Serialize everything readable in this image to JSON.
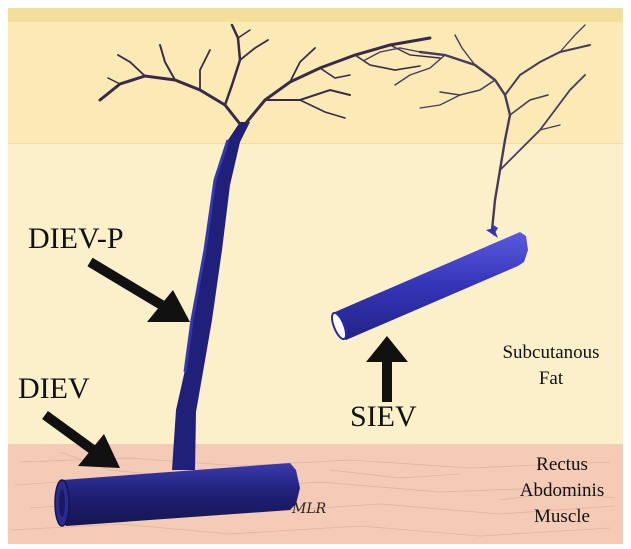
{
  "labels": {
    "diev_p": "DIEV-P",
    "diev": "DIEV",
    "siev": "SIEV",
    "subcutaneous_line1": "Subcutanous",
    "subcutaneous_line2": "Fat",
    "rectus_line1": "Rectus",
    "rectus_line2": "Abdominis",
    "rectus_line3": "Muscle"
  },
  "signature": "MLR",
  "colors": {
    "skin_top": "#f7e6a3",
    "fat_upper": "#fbeab8",
    "fat_lower": "#fcf1cd",
    "muscle": "#f2c9b5",
    "vessel_dark": "#1d1d66",
    "vessel_mid": "#2e2e9e",
    "siev_vessel": "#3d3dbd",
    "branch_color": "#3a2a4a",
    "arrow": "#111111"
  }
}
